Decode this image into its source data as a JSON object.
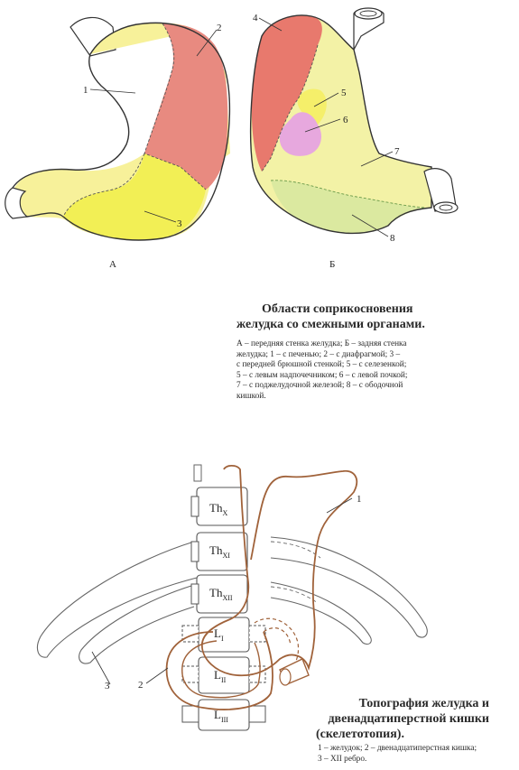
{
  "figure1": {
    "panel_a_label": "А",
    "panel_b_label": "Б",
    "callouts": [
      "1",
      "2",
      "3",
      "4",
      "5",
      "6",
      "7",
      "8"
    ],
    "caption_title_lines": [
      "Области соприкосновения",
      "желудка со смежными органами."
    ],
    "caption_text_lines": [
      "А – передняя стенка желудка; Б – задняя стенка",
      "желудка; 1 – с печенью; 2 – с диафрагмой; 3 –",
      "с передней брюшной стенкой; 5 – с селезенкой;",
      "5 – с левым надпочечником; 6 – с левой почкой;",
      "7 – с поджелудочной железой; 8 – с ободочной",
      "кишкой."
    ],
    "colors": {
      "liver_region": "#f7f19a",
      "diaphragm_region": "#e88a80",
      "abdominal_wall_region": "#f2ef55",
      "spleen_region": "#e8796d",
      "adrenal_region": "#f5ef6a",
      "kidney_region": "#e7a8de",
      "pancreas_region": "#f3f2a6",
      "colon_region": "#dbe9a0"
    }
  },
  "figure2": {
    "vertebra_labels": [
      {
        "main": "Th",
        "sub": "X"
      },
      {
        "main": "Th",
        "sub": "XI"
      },
      {
        "main": "Th",
        "sub": "XII"
      },
      {
        "main": "L",
        "sub": "I"
      },
      {
        "main": "L",
        "sub": "II"
      },
      {
        "main": "L",
        "sub": "III"
      }
    ],
    "callouts": [
      "1",
      "2",
      "3"
    ],
    "caption_title_lines": [
      "Топография желудка и",
      "двенадцатиперстной кишки",
      "(скелетотопия)."
    ],
    "caption_text_lines": [
      "1 – желудок; 2 – двенадцатиперстная кишка;",
      "3 – XII ребро."
    ],
    "colors": {
      "stomach_outline": "#a0623a"
    }
  }
}
